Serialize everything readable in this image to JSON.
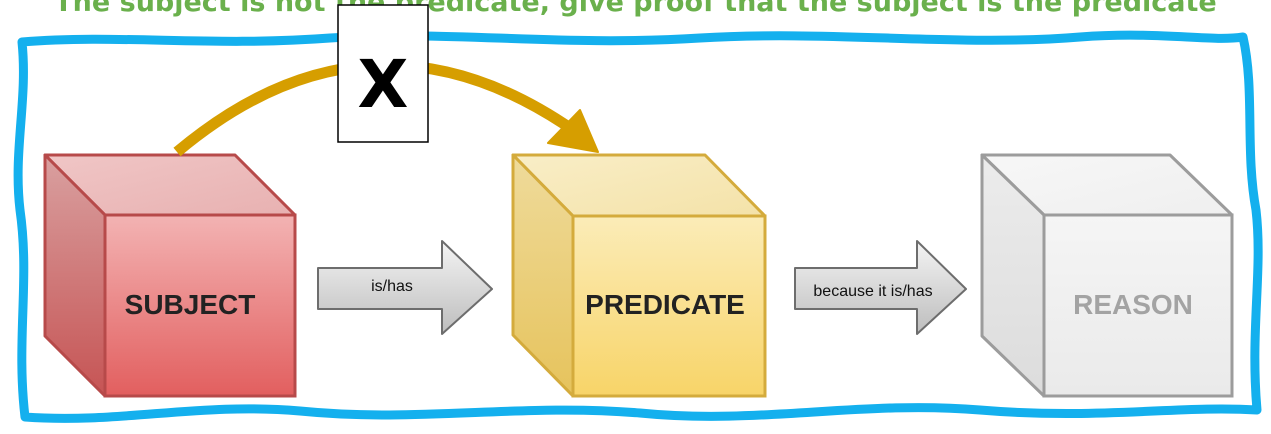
{
  "title": "The subject is not the predicate, give proof that the subject is the predicate",
  "cubes": [
    {
      "label": "SUBJECT",
      "color": "#e06666"
    },
    {
      "label": "PREDICATE",
      "color": "#f6d46b"
    },
    {
      "label": "REASON",
      "color": "#e6e6e6"
    }
  ],
  "arrows": [
    {
      "label": "is/has"
    },
    {
      "label": "because it is/has"
    }
  ],
  "negation_mark": "X",
  "colors": {
    "title": "#6ab04c",
    "frame": "#14b0ee",
    "curved_arrow": "#d69e00"
  }
}
